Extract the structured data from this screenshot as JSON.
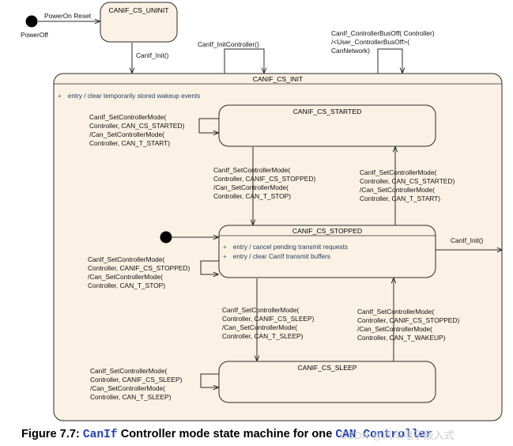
{
  "states": {
    "uninit": "CANIF_CS_UNINIT",
    "init": "CANIF_CS_INIT",
    "started": "CANIF_CS_STARTED",
    "stopped": "CANIF_CS_STOPPED",
    "sleep": "CANIF_CS_SLEEP"
  },
  "pseudo": {
    "poweron_reset": "PowerOn Reset",
    "poweroff": "PowerOff"
  },
  "transitions": {
    "canif_init_top": "CanIf_Init()",
    "init_controller": "CanIf_InitController()",
    "busoff": [
      "CanIf_ControllerBusOff( Controller)",
      "/<User_ControllerBusOff>(",
      "CanNetwork)"
    ],
    "canif_init_right": "CanIf_Init()",
    "self_started": [
      "CanIf_SetControllerMode(",
      "Controller, CAN_CS_STARTED)",
      "/Can_SetControllerMode(",
      "Controller, CAN_T_START)"
    ],
    "started_to_stopped": [
      "CanIf_SetControllerMode(",
      "Controller, CANIF_CS_STOPPED)",
      "/Can_SetControllerMode(",
      "Controller, CAN_T_STOP)"
    ],
    "stopped_to_started": [
      "CanIf_SetControllerMode(",
      "Controller, CAN_CS_STARTED)",
      "/Can_SetControllerMode(",
      "Controller, CAN_T_START)"
    ],
    "self_stopped": [
      "CanIf_SetControllerMode(",
      "Controller, CANIF_CS_STOPPED)",
      "/Can_SetControllerMode(",
      "Controller, CAN_T_STOP)"
    ],
    "stopped_to_sleep": [
      "CanIf_SetControllerMode(",
      "Controller, CANIF_CS_SLEEP)",
      "/Can_SetControllerMode(",
      "Controller, CAN_T_SLEEP)"
    ],
    "sleep_to_stopped": [
      "CanIf_SetControllerMode(",
      "Controller, CANIF_CS_STOPPED)",
      "/Can_SetControllerMode(",
      "Controller, CAN_T_WAKEUP)"
    ],
    "self_sleep": [
      "CanIf_SetControllerMode(",
      "Controller, CANIF_CS_SLEEP)",
      "/Can_SetControllerMode(",
      "Controller, CAN_T_SLEEP)"
    ]
  },
  "entries": {
    "init": "entry / clear temporarily stored wakeup events",
    "stopped_1": "entry / cancel pending transmit requests",
    "stopped_2": "entry / clear CanIf transmit buffers"
  },
  "caption": {
    "prefix": "Figure 7.7: ",
    "canif": "CanIf",
    "middle": " Controller mode state machine for one ",
    "can_controller": "CAN Controller"
  },
  "watermark": "CSDN @汽车电子嵌入式",
  "colors": {
    "state_fill": "#fbf1e4",
    "stroke": "#2b2b2b",
    "entry_text": "#1d3b5c",
    "caption_mono": "#1f3fb5"
  }
}
